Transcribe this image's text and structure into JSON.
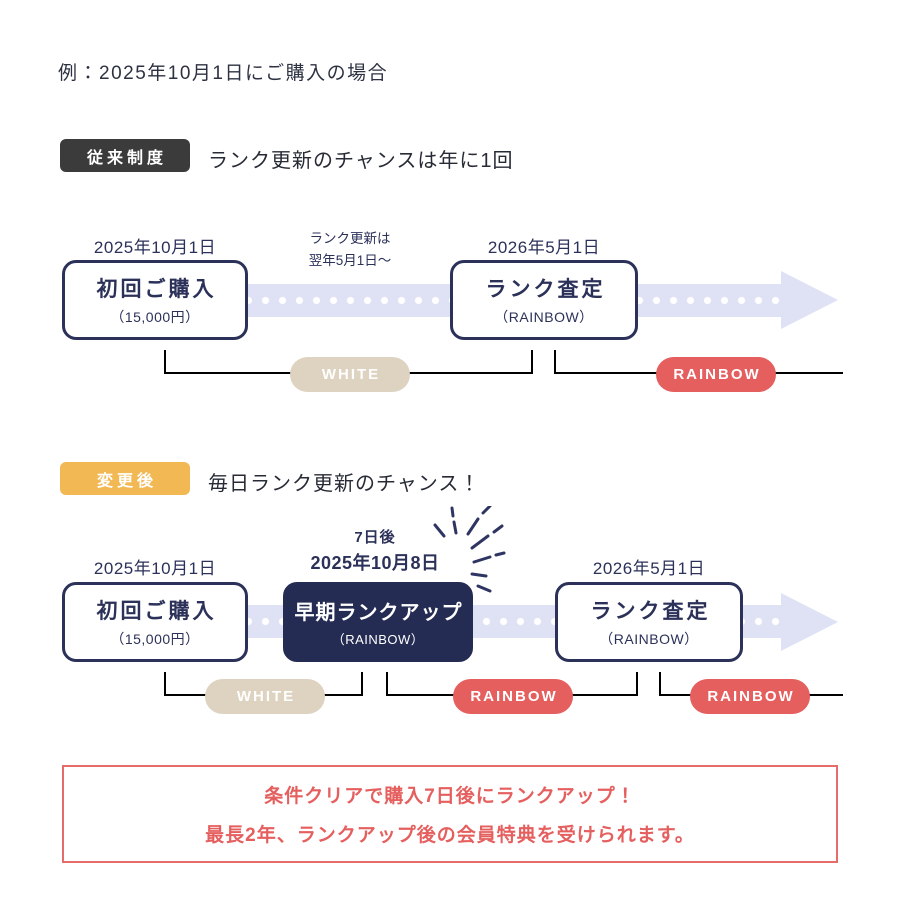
{
  "title": "例：2025年10月1日にご購入の場合",
  "colors": {
    "navy": "#2b3159",
    "navy_fill": "#252c54",
    "lavender": "#dfe2f4",
    "beige": "#ddd3c0",
    "red": "#e55f5f",
    "amber": "#f1b853",
    "badge_dark": "#3b3b3b"
  },
  "legacy": {
    "badge": "従来制度",
    "heading": "ランク更新のチャンスは年に1回",
    "note_line1": "ランク更新は",
    "note_line2": "翌年5月1日〜",
    "event1": {
      "date": "2025年10月1日",
      "title": "初回ご購入",
      "subtitle": "（15,000円）"
    },
    "event2": {
      "date": "2026年5月1日",
      "title": "ランク査定",
      "subtitle": "（RAINBOW）"
    },
    "rank_white": "WHITE",
    "rank_rainbow": "RAINBOW"
  },
  "updated": {
    "badge": "変更後",
    "heading": "毎日ランク更新のチャンス！",
    "event1": {
      "date": "2025年10月1日",
      "title": "初回ご購入",
      "subtitle": "（15,000円）"
    },
    "event2": {
      "date_line1": "7日後",
      "date_line2": "2025年10月8日",
      "title": "早期ランクアップ",
      "subtitle": "（RAINBOW）"
    },
    "event3": {
      "date": "2026年5月1日",
      "title": "ランク査定",
      "subtitle": "（RAINBOW）"
    },
    "rank_white": "WHITE",
    "rank_rainbow1": "RAINBOW",
    "rank_rainbow2": "RAINBOW"
  },
  "footer": {
    "line1": "条件クリアで購入7日後にランクアップ！",
    "line2": "最長2年、ランクアップ後の会員特典を受けられます。"
  }
}
